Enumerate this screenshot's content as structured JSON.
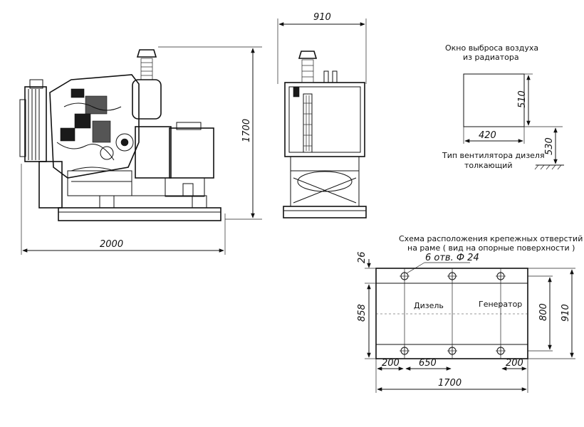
{
  "side_view": {
    "length_dim": "2000",
    "height_dim": "1700"
  },
  "front_view": {
    "width_dim": "910"
  },
  "radiator": {
    "title_line1": "Окно выброса воздуха",
    "title_line2": "из радиатора",
    "width_dim": "420",
    "height_dim": "510",
    "elevation_dim": "530",
    "fan_line1": "Тип вентилятора дизеля",
    "fan_line2": "толкающий"
  },
  "mounting": {
    "title_line1": "Схема расположения крепежных отверстий",
    "title_line2": "на раме ( вид на опорные поверхности )",
    "holes_note": "6 отв. Ф 24",
    "diesel_label": "Дизель",
    "generator_label": "Генератор",
    "dim_edge_top": "26",
    "dim_left_height": "858",
    "dim_inner_height": "800",
    "dim_outer_height": "910",
    "dim_left_offset": "200",
    "dim_spacing": "650",
    "dim_right_offset": "200",
    "dim_total_length": "1700"
  }
}
